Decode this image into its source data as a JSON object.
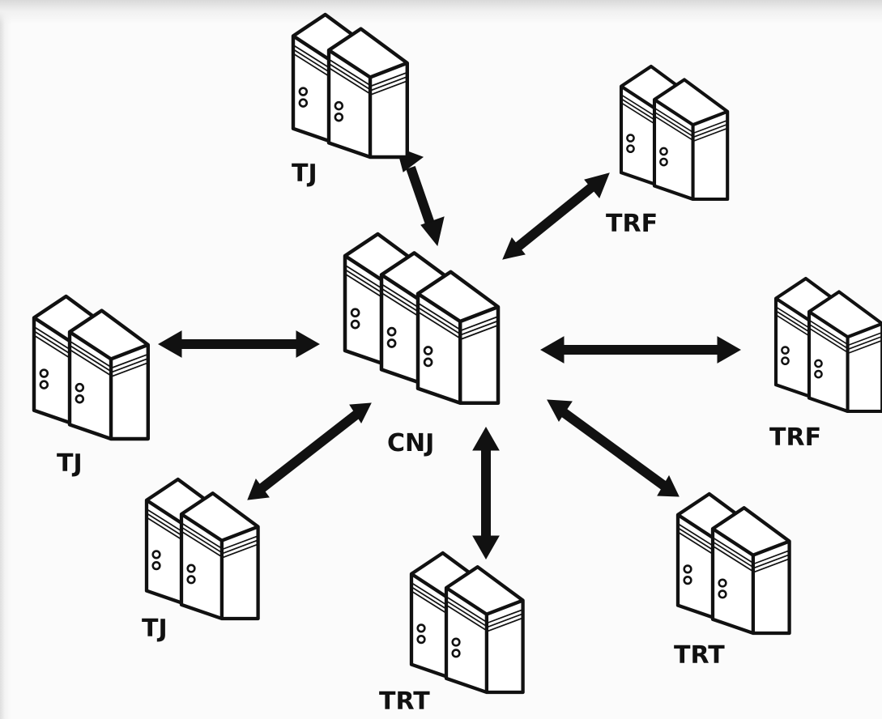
{
  "diagram": {
    "hub": {
      "label": "CNJ"
    },
    "nodes": [
      {
        "id": "tj-top",
        "label": "TJ"
      },
      {
        "id": "trf-top-right",
        "label": "TRF"
      },
      {
        "id": "trf-right",
        "label": "TRF"
      },
      {
        "id": "trt-bottom-right",
        "label": "TRT"
      },
      {
        "id": "trt-bottom",
        "label": "TRT"
      },
      {
        "id": "tj-bottom-left",
        "label": "TJ"
      },
      {
        "id": "tj-left",
        "label": "TJ"
      }
    ],
    "edges": [
      {
        "from": "CNJ",
        "to": "tj-top",
        "direction": "bidirectional"
      },
      {
        "from": "CNJ",
        "to": "trf-top-right",
        "direction": "bidirectional"
      },
      {
        "from": "CNJ",
        "to": "trf-right",
        "direction": "bidirectional"
      },
      {
        "from": "CNJ",
        "to": "trt-bottom-right",
        "direction": "bidirectional"
      },
      {
        "from": "CNJ",
        "to": "trt-bottom",
        "direction": "bidirectional"
      },
      {
        "from": "CNJ",
        "to": "tj-bottom-left",
        "direction": "bidirectional"
      },
      {
        "from": "CNJ",
        "to": "tj-left",
        "direction": "bidirectional"
      }
    ],
    "icon": "server-tower-icon",
    "colors": {
      "stroke": "#111111",
      "fill": "#ffffff",
      "text": "#111111"
    }
  }
}
